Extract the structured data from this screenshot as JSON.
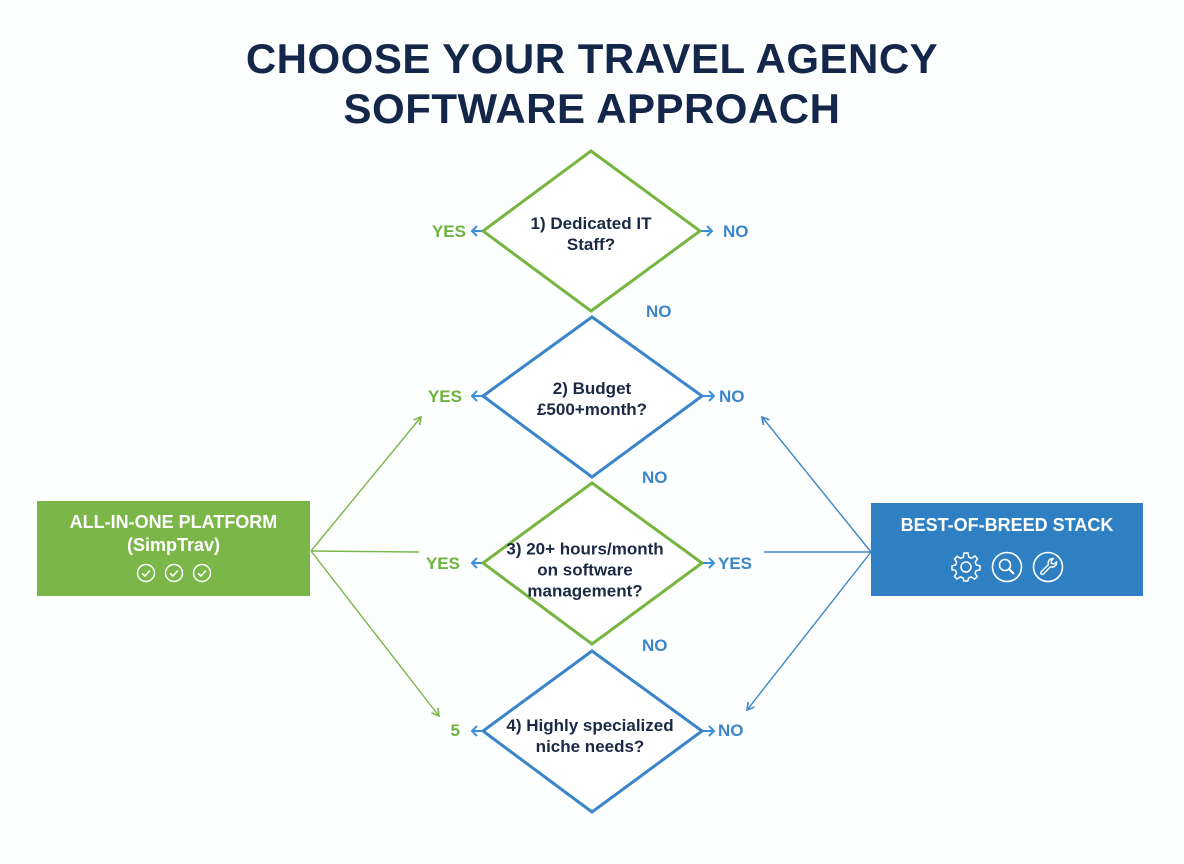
{
  "title": {
    "line1": "CHOOSE YOUR TRAVEL AGENCY",
    "line2": "SOFTWARE APPROACH"
  },
  "colors": {
    "title": "#14274a",
    "green": "#7ab648",
    "blue": "#2f80c2",
    "yes_label": "#6fb33f",
    "no_label": "#3b86c8",
    "question_text": "#1a2a45"
  },
  "questions": [
    {
      "line1": "1) Dedicated IT",
      "line2": "Staff?",
      "border": "green",
      "left_label": "YES",
      "right_label": "NO",
      "below_label": "NO"
    },
    {
      "line1": "2) Budget",
      "line2": "£500+month?",
      "border": "blue",
      "left_label": "YES",
      "right_label": "NO",
      "below_label": "NO"
    },
    {
      "line1": "3) 20+ hours/month",
      "line2": "on software",
      "line3": "management?",
      "border": "green",
      "left_label": "YES",
      "right_label": "YES",
      "below_label": "NO"
    },
    {
      "line1": "4) Highly specialized",
      "line2": "niche needs?",
      "border": "blue",
      "left_label": "5",
      "right_label": "NO"
    }
  ],
  "outcomes": {
    "all_in_one": {
      "line1": "ALL-IN-ONE PLATFORM",
      "line2": "(SimpTrav)",
      "icons": [
        "check-circle-icon",
        "check-circle-icon",
        "check-circle-icon"
      ]
    },
    "best_of_breed": {
      "line1": "BEST-OF-BREED STACK",
      "icons": [
        "gear-icon",
        "search-icon",
        "wrench-icon"
      ]
    }
  }
}
